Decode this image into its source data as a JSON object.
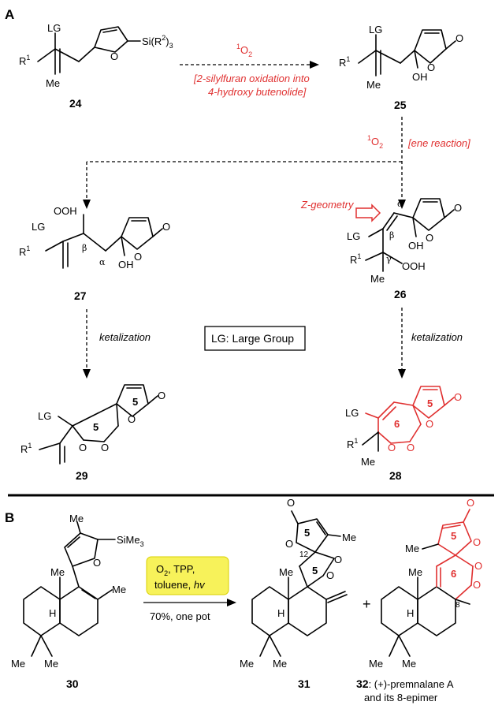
{
  "panels": {
    "a_label": "A",
    "b_label": "B"
  },
  "compounds": {
    "c24": "24",
    "c25": "25",
    "c26": "26",
    "c27": "27",
    "c28": "28",
    "c29": "29",
    "c30": "30",
    "c31": "31",
    "c32_num": "32",
    "c32_name": ": (+)-premnalane A",
    "c32_name2": "and its 8-epimer"
  },
  "atoms": {
    "lg": "LG",
    "r1": "R",
    "r1_sup": "1",
    "me": "Me",
    "o": "O",
    "oh": "OH",
    "ooh": "OOH",
    "si_group": "Si(R",
    "si_sup": "2",
    "si_close": ")",
    "si_sub": "3",
    "sime3": "SiMe",
    "sime3_sub": "3",
    "h": "H",
    "alpha": "α",
    "beta": "β",
    "gamma": "γ",
    "ring5": "5",
    "ring6": "6",
    "pos12": "12",
    "pos8": "8"
  },
  "conditions": {
    "singlet_o2_sup": "1",
    "singlet_o2": "O",
    "singlet_o2_sub": "2",
    "step1_note_line1": "[2-silylfuran oxidation into",
    "step1_note_line2": "4-hydroxy butenolide]",
    "step2_note": "[ene reaction]",
    "z_geometry": "Z-geometry",
    "ketalization": "ketalization",
    "legend_box": "LG: Large Group",
    "b_reagents_line1": "O",
    "b_reagents_line1_sub": "2",
    "b_reagents_line1_rest": ", TPP,",
    "b_reagents_line2": "toluene, ",
    "b_reagents_hv": "hv",
    "b_yield": "70%, one pot"
  },
  "colors": {
    "accent_red": "#e03030",
    "highlight_yellow": "#f7f25a"
  }
}
